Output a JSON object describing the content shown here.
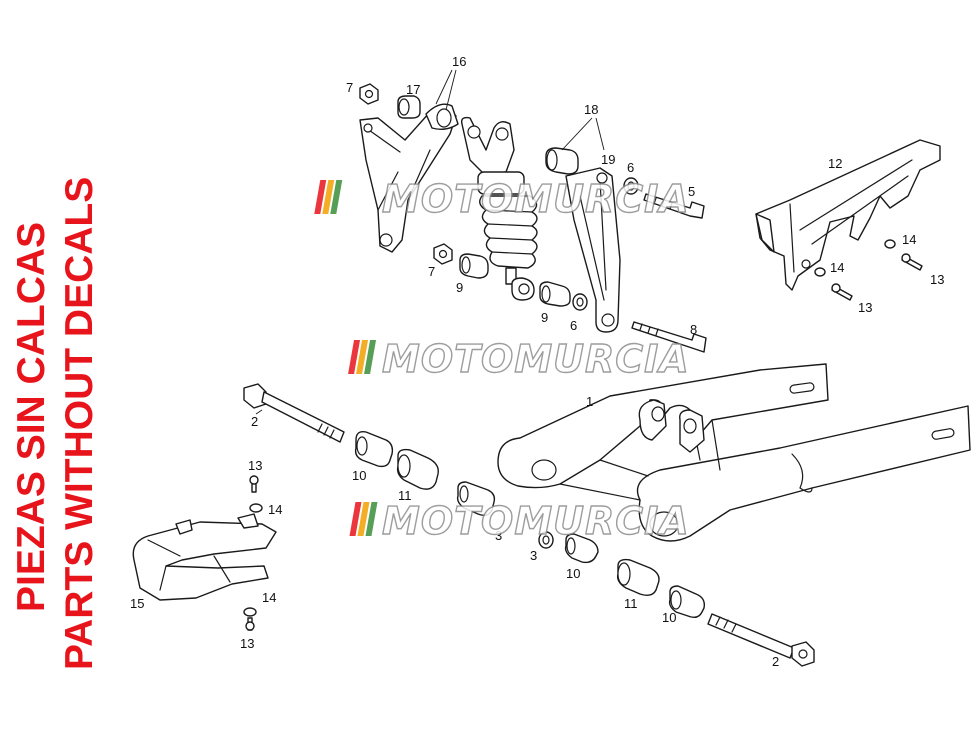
{
  "notice": {
    "line1": "PIEZAS SIN CALCAS",
    "line2": "PARTS WITHOUT DECALS",
    "color": "#e8141c"
  },
  "watermark": {
    "text": "MOTOMURCIA",
    "stripe_colors": [
      "#e8141c",
      "#f2a000",
      "#3a8f3a",
      "#ffffff"
    ]
  },
  "callouts": {
    "c1": "1",
    "c2a": "2",
    "c2b": "2",
    "c3a": "3",
    "c3b": "3",
    "c5": "5",
    "c6a": "6",
    "c6b": "6",
    "c7a": "7",
    "c7b": "7",
    "c8": "8",
    "c9a": "9",
    "c9b": "9",
    "c10a": "10",
    "c10b": "10",
    "c10c": "10",
    "c11a": "11",
    "c11b": "11",
    "c12": "12",
    "c13a": "13",
    "c13b": "13",
    "c13c": "13",
    "c13d": "13",
    "c14a": "14",
    "c14b": "14",
    "c14c": "14",
    "c14d": "14",
    "c15": "15",
    "c16": "16",
    "c17": "17",
    "c18": "18",
    "c19": "19"
  }
}
